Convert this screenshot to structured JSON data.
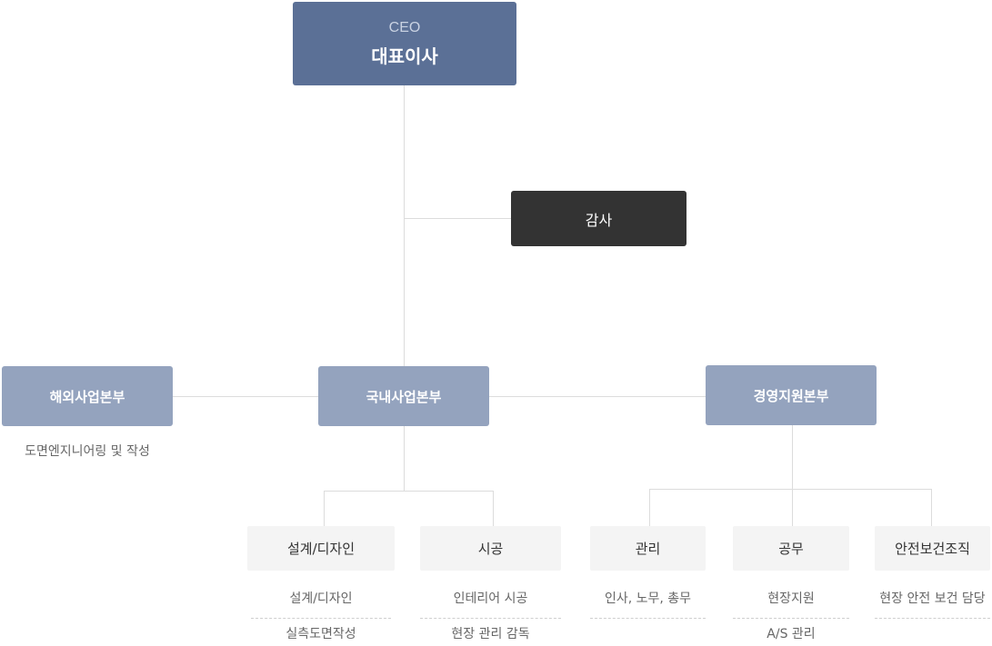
{
  "ceo": {
    "title_en": "CEO",
    "title_ko": "대표이사"
  },
  "audit": {
    "label": "감사"
  },
  "divisions": {
    "overseas": {
      "label": "해외사업본부",
      "description": "도면엔지니어링 및 작성"
    },
    "domestic": {
      "label": "국내사업본부"
    },
    "management": {
      "label": "경영지원본부"
    }
  },
  "departments": [
    {
      "label": "설계/디자인",
      "tasks": [
        "설계/디자인",
        "실측도면작성"
      ]
    },
    {
      "label": "시공",
      "tasks": [
        "인테리어 시공",
        "현장 관리 감독"
      ]
    },
    {
      "label": "관리",
      "tasks": [
        "인사, 노무, 총무"
      ]
    },
    {
      "label": "공무",
      "tasks": [
        "현장지원",
        "A/S 관리"
      ]
    },
    {
      "label": "안전보건조직",
      "tasks": [
        "현장 안전 보건 담당"
      ]
    }
  ],
  "colors": {
    "ceo": "#5b7096",
    "audit": "#333333",
    "division": "#94a3be",
    "department": "#f4f4f4",
    "connector": "#dcdcdc"
  }
}
